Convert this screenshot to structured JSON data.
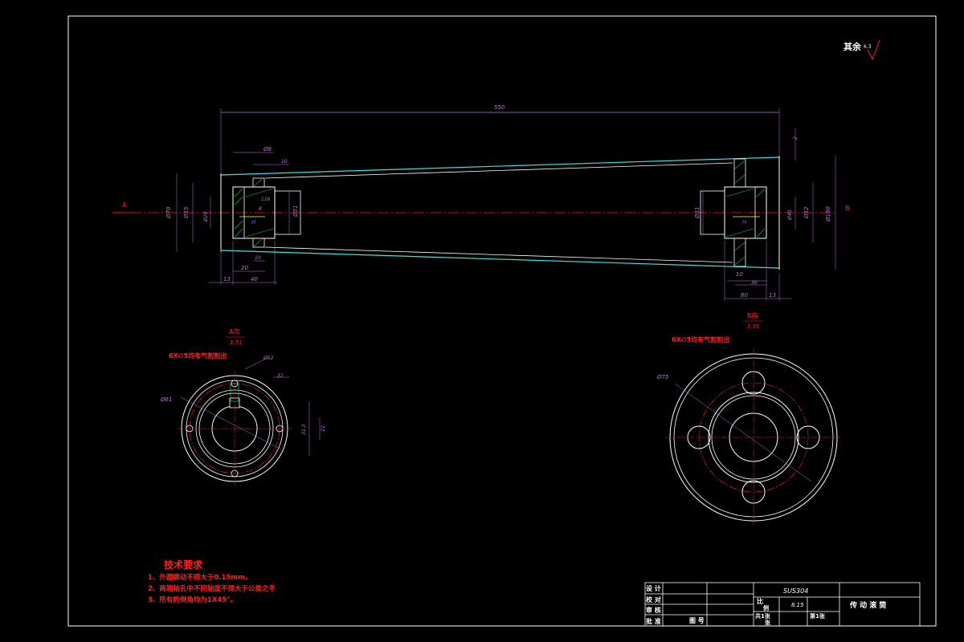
{
  "roughness": {
    "label": "其余",
    "value": "6.3"
  },
  "dims": {
    "total_length": "550",
    "d8": "Ø8",
    "d10_top": "10",
    "d70": "Ø70",
    "d55": "Ø55",
    "d29": "Ø29",
    "d116": "116",
    "d8b": "8",
    "d51_left": "Ø51",
    "h4_left": "H",
    "l13_left": "13",
    "l40_left": "40",
    "l20_left": "20",
    "l10_left": "10",
    "t2": "2",
    "d51_right": "Ø51",
    "d180": "Ø180",
    "d52": "Ø52",
    "d40_right": "Ø40",
    "h4_right": "H",
    "l10_right": "10",
    "l30_right": "30",
    "l60_right": "60",
    "l13_right": "13",
    "d61": "Ø61",
    "d75": "Ø75",
    "d52_top": "Ø52",
    "v32": "32",
    "v22": "22",
    "v315": "31.3"
  },
  "labels": {
    "view_a_arrow": "A",
    "view_b_arrow": "B"
  },
  "views": {
    "a": {
      "title": "A向",
      "scale": "1:51"
    },
    "b": {
      "title": "B向",
      "scale": "1:51"
    }
  },
  "notes": {
    "holes_a": "6X∅5均布气割割出",
    "holes_b": "6X∅5均布气割割出"
  },
  "requirements": {
    "title": "技术要求",
    "items": [
      "1、外圆跳动不得大于0.15mm。",
      "2、两端轴孔中不同轴度不得大于公差之半",
      "3、所有的倒角均为1X45°。"
    ]
  },
  "title_block": {
    "material": "SUS304",
    "weight": "8.15",
    "name": "传 动 滚 筒",
    "scale_label": "比",
    "scale_value": "例",
    "count_label": "共1张",
    "sheet_label": "第1张",
    "row_labels": [
      "设 计",
      "校 对",
      "审 核",
      "批 准"
    ],
    "drawing_no_label": "图 号",
    "unit_label": "张"
  },
  "colors": {
    "outline": "#ffffff",
    "dimension": "#c070e0",
    "center": "#ff2020",
    "tube": "#40e0e0",
    "hatch": "#00c060",
    "tolerance": "#ffff40",
    "text_red": "#ff2020"
  }
}
